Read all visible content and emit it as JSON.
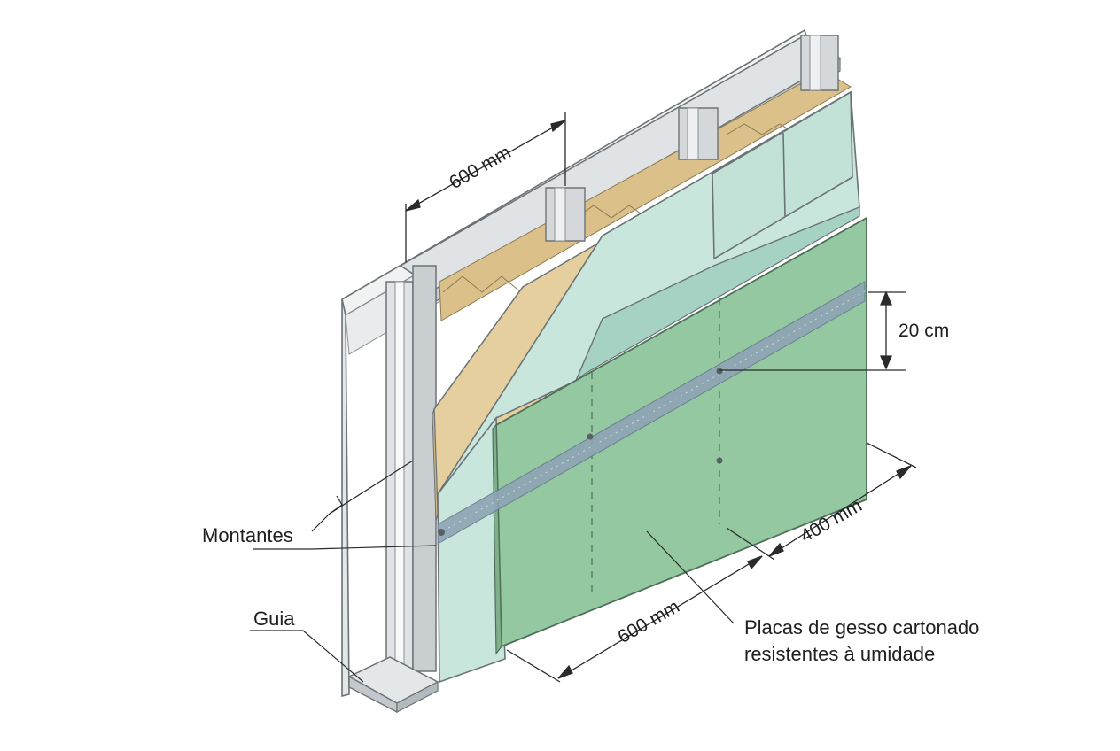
{
  "labels": {
    "dim_top": "600 mm",
    "dim_vertical": "20 cm",
    "dim_bottom_right": "400 mm",
    "dim_bottom_left": "600 mm",
    "montantes": "Montantes",
    "guia": "Guia",
    "placas_line1": "Placas de gesso cartonado",
    "placas_line2": "resistentes à umidade"
  },
  "colors": {
    "board_green": "#94c8a0",
    "board_mint": "#c9e6dc",
    "board_beige": "#e6cf9e",
    "insulation": "#dcc089",
    "steel": "#d4d8da",
    "tape_blue": "#8ea4b6"
  }
}
